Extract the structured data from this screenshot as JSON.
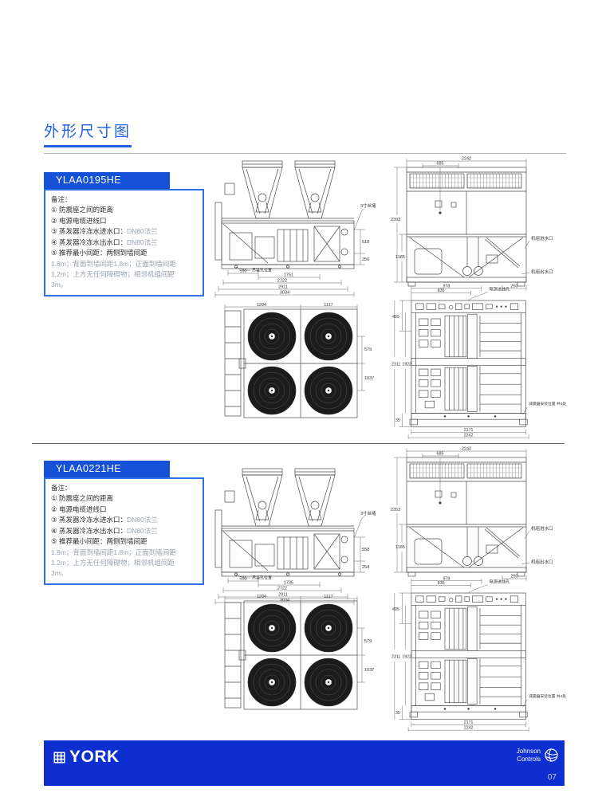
{
  "page": {
    "title": "外形尺寸图"
  },
  "notes": {
    "label": "备注：",
    "line1": "① 防震座之间的距离",
    "line2": "② 电源电缆进线口",
    "line3_main": "③ 蒸发器冷冻水进水口：",
    "line3_value": "DN80法兰",
    "line4_main": "④ 蒸发器冷冻水出水口：",
    "line4_value": "DN80法兰",
    "line5": "⑤ 推荐最小间距：两侧到墙间距",
    "line6": "1.8m；背面到墙间距1.8m；正面到墙间距",
    "line7": "1.2m；上方无任何障碍物；相邻机组间距",
    "line8": "3m。"
  },
  "sections": [
    {
      "model": "YLAA0195HE",
      "side": {
        "plug": "3寸丝堵",
        "lift": "吊装孔位置",
        "h1": "518",
        "h2": "256",
        "b1": "590",
        "b2": "1751",
        "b3": "2722",
        "b4": "2911",
        "b5": "3034"
      },
      "plan": {
        "t1": "1204",
        "t2": "1117",
        "r1": "579",
        "r2": "1037"
      },
      "end": {
        "w": "2242",
        "w2": "685",
        "hl1": "2393",
        "hl2": "1185",
        "inlet": "机组进水口",
        "outlet": "机组出水口",
        "b": "250"
      },
      "rear": {
        "t1": "978",
        "t2": "835",
        "power": "电源进线孔",
        "l1": "495",
        "l2": "2311",
        "l3": "1922",
        "l4": "35",
        "b1": "2171",
        "b2": "2242",
        "damper": "减震器安装位置 共4处"
      }
    },
    {
      "model": "YLAA0221HE",
      "side": {
        "plug": "3寸丝堵",
        "lift": "吊装孔位置",
        "h1": "558",
        "h2": "254",
        "b1": "590",
        "b2": "1735",
        "b3": "2722",
        "b4": "2911",
        "b5": "3034"
      },
      "plan": {
        "t1": "1204",
        "t2": "1117",
        "r1": "579",
        "r2": "1037"
      },
      "end": {
        "w": "2242",
        "w2": "685",
        "hl1": "2353",
        "hl2": "1185",
        "inlet": "机组进水口",
        "outlet": "机组出水口",
        "b": "250"
      },
      "rear": {
        "t1": "978",
        "t2": "835",
        "power": "电源进线孔",
        "l1": "495",
        "l2": "2311",
        "l3": "1922",
        "l4": "35",
        "b1": "2171",
        "b2": "2242",
        "damper": "减震器安装位置 共4处"
      }
    }
  ],
  "footer": {
    "brand": "YORK",
    "partner_line1": "Johnson",
    "partner_line2": "Controls",
    "page_number": "07"
  }
}
